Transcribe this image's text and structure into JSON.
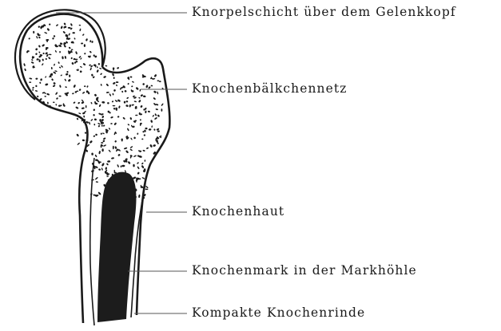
{
  "labels": {
    "cartilage": "Knorpelschicht über dem Gelenkkopf",
    "trabecular_network": "Knochenbälkchennetz",
    "periosteum": "Knochenhaut",
    "marrow": "Knochenmark in der Markhöhle",
    "compact_bone": "Kompakte Knochenrinde"
  },
  "colors": {
    "ink": "#1a1a1a",
    "paper": "#ffffff"
  }
}
